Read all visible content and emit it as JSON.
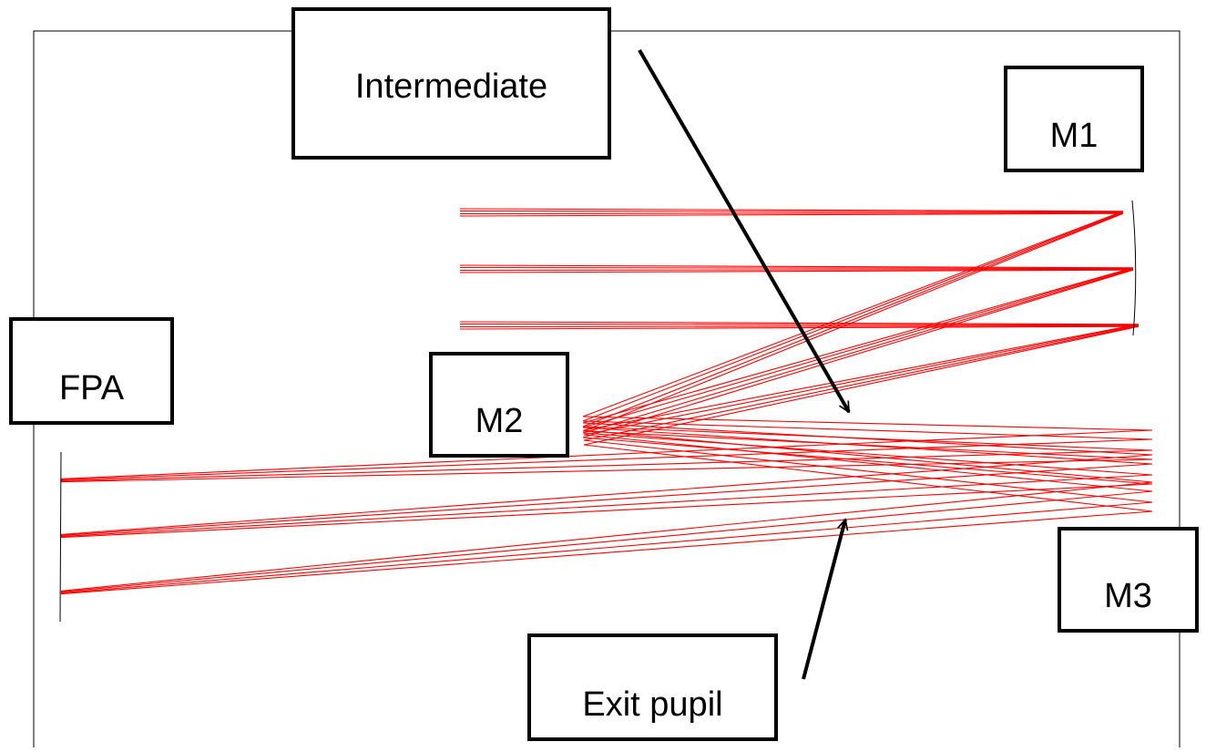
{
  "labels": {
    "intermediate": "Intermediate",
    "m1": "M1",
    "fpa": "FPA",
    "m2": "M2",
    "m3": "M3",
    "exit_pupil": "Exit pupil"
  },
  "colors": {
    "ray": "#ff0000",
    "mirror": "#000000",
    "frame": "#000000",
    "background": "#ffffff"
  }
}
